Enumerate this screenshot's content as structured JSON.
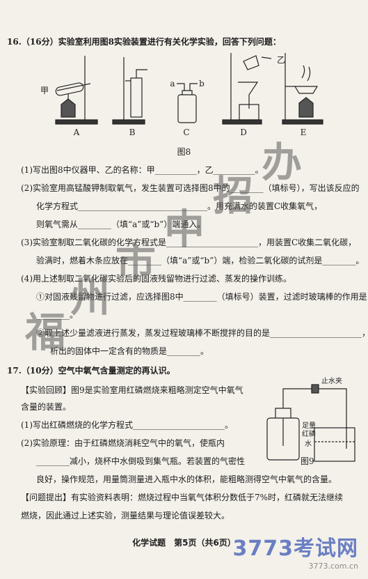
{
  "q16": {
    "header": "16.（16分）实验室利用图8实验装置进行有关化学实验，回答下列问题：",
    "apparatus_labels": [
      "A",
      "B",
      "C",
      "D",
      "E"
    ],
    "label_jia": "甲",
    "label_yi": "乙",
    "label_a": "a",
    "label_b": "b",
    "fig_caption": "图8",
    "p1": "(1)写出图8中仪器甲、乙的名称：甲__________，乙__________。",
    "p2a": "(2)实验室用高锰酸钾制取氧气，发生装置可选择图8中的________（填标号），写出该反应的",
    "p2b": "化学方程式_______________________________。用充满水的装置C收集氧气，",
    "p2c": "则氧气需从________（填“a”或“b”）端通入。",
    "p3a": "(3)实验室制取二氧化碳的化学方程式是______________________，用装置C收集二氧化碳，",
    "p3b": "验满时，燃着木条应放在________（填“a”或“b”）端，检验二氧化碳的试剂是________。",
    "p4": "(4)用上述制取二氧化碳实验后的固液残留物进行过滤、蒸发的操作训练。",
    "p4_1": "①对固液残留物进行过滤，应选择图8中________（填标号）装置，过滤时玻璃棒的作用是",
    "p4_1b": "________。",
    "p4_2": "②取上述少量滤液进行蒸发，蒸发过程玻璃棒不断搅拌的目的是______________________，",
    "p4_2b": "析出的固体中一定含有的物质是________。"
  },
  "q17": {
    "header": "17.（10分）空气中氧气含量测定的再认识。",
    "r1": "【实验回顾】图9是实验室用红磷燃烧来粗略测定空气中氧气",
    "r2": "含量的装置。",
    "r3": "(1)写出红磷燃烧的化学方程式______________________。",
    "r4": "(2)实验原理：由于红磷燃烧消耗空气中的氧气，使瓶内",
    "r5": "________减小，烧杯中水倒吸到集气瓶。若装置的气密性",
    "r6": "良好，操作规范，用量筒测量进入瓶中水的体积，能粗略测得空气中氧气的含量。",
    "r7": "【问题提出】有实验资料表明：燃烧过程中当氧气体积分数低于7%时，红磷就无法继续",
    "r8": "燃烧，因此通过上述实验，测量结果与理论值误差较大。",
    "fig_clamp": "止水夹",
    "fig_p1": "足量",
    "fig_p2": "红磷",
    "fig_water": "水",
    "fig_caption": "图9"
  },
  "watermark": [
    "福",
    "州",
    "市",
    "中",
    "招",
    "办"
  ],
  "footer": "化学试题　第5页（共6页）",
  "brand": {
    "main": "3773考试网",
    "sub": "3773.com.cn"
  }
}
